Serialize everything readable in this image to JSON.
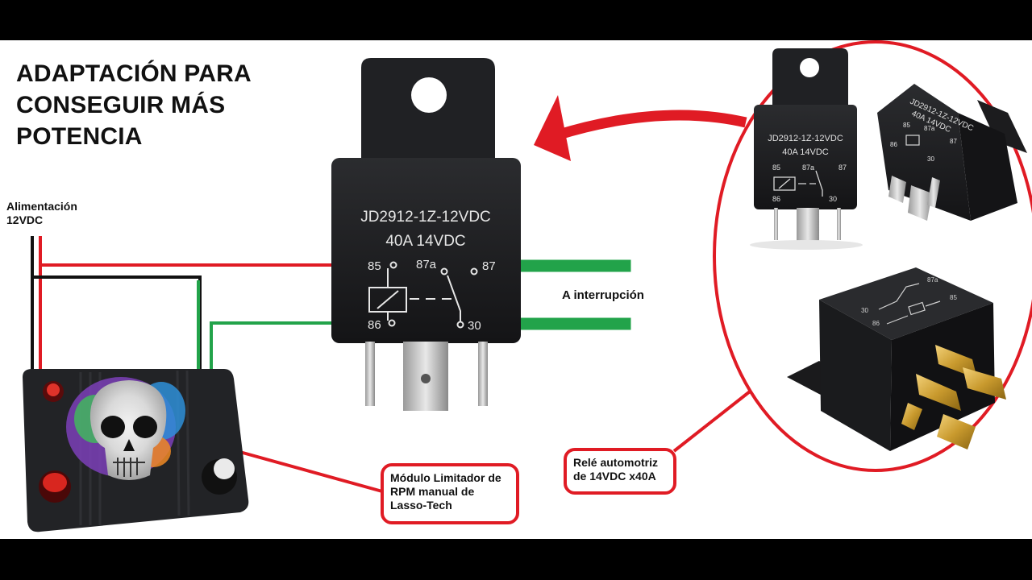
{
  "title": {
    "lines": [
      "ADAPTACIÓN PARA",
      "CONSEGUIR MÁS",
      "POTENCIA"
    ]
  },
  "supply_label": {
    "line1": "Alimentación",
    "line2": "12VDC"
  },
  "interrupt_label": "A interrupción",
  "relay_main": {
    "model": "JD2912-1Z-12VDC",
    "rating": "40A  14VDC",
    "pins": {
      "p85": "85",
      "p86": "86",
      "p87a": "87a",
      "p87": "87",
      "p30": "30"
    }
  },
  "relay_small_front": {
    "model": "JD2912-1Z-12VDC",
    "rating": "40A  14VDC",
    "pins": {
      "p85": "85",
      "p86": "86",
      "p87a": "87a",
      "p87": "87",
      "p30": "30"
    }
  },
  "relay_small_angled": {
    "model": "JD2912-1Z-12VDC",
    "rating": "40A  14VDC",
    "pins": {
      "p85": "85",
      "p86": "86",
      "p87a": "87a",
      "p87": "87",
      "p30": "30"
    }
  },
  "relay_bottom": {
    "pins": {
      "p87a": "87a",
      "p30": "30",
      "p85": "85",
      "p86": "86"
    }
  },
  "callouts": {
    "module": {
      "line1": "Módulo Limitador de",
      "line2": "RPM manual de",
      "line3": "Lasso-Tech"
    },
    "relay": {
      "line1": "Relé automotriz",
      "line2": "de 14VDC x40A"
    }
  },
  "colors": {
    "wire_red": "#e01b24",
    "wire_black": "#111111",
    "wire_green": "#22a34a",
    "relay_body": "#1e1f21",
    "highlight": "#e01b24"
  }
}
